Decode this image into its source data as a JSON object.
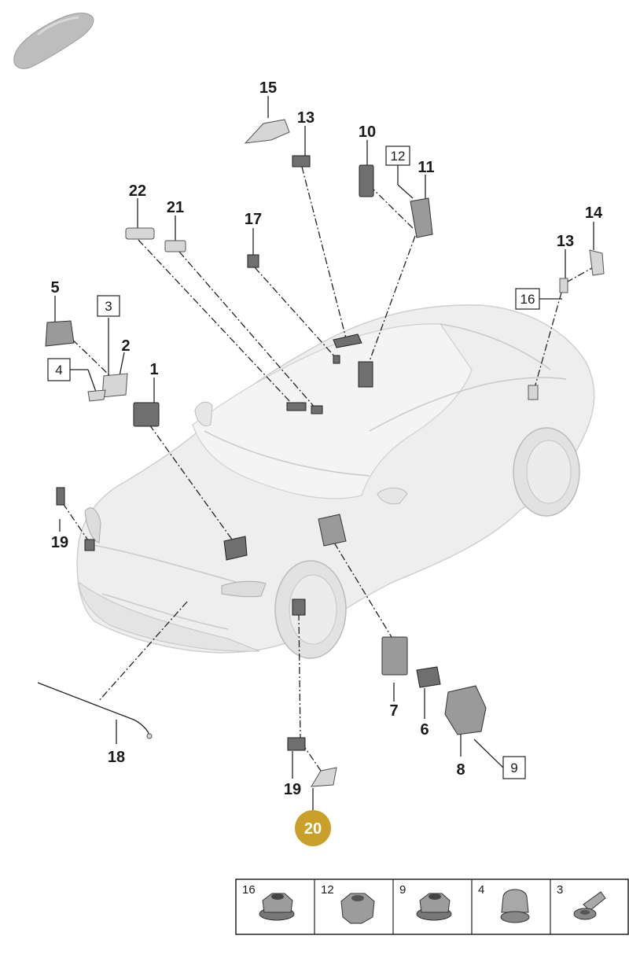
{
  "callouts": {
    "c1": "1",
    "c2": "2",
    "c3": "3",
    "c4": "4",
    "c5": "5",
    "c6": "6",
    "c7": "7",
    "c8": "8",
    "c9": "9",
    "c10": "10",
    "c11": "11",
    "c12": "12",
    "c13a": "13",
    "c13b": "13",
    "c14": "14",
    "c15": "15",
    "c16": "16",
    "c17": "17",
    "c18": "18",
    "c19a": "19",
    "c19b": "19",
    "c20": "20",
    "c21": "21",
    "c22": "22"
  },
  "highlight_color": "#c8a02a",
  "hardware_table": [
    {
      "label": "16",
      "icon": "flange-nut-icon"
    },
    {
      "label": "12",
      "icon": "hex-nut-icon"
    },
    {
      "label": "9",
      "icon": "flange-nut-icon"
    },
    {
      "label": "4",
      "icon": "cap-nut-icon"
    },
    {
      "label": "3",
      "icon": "screw-icon"
    }
  ]
}
